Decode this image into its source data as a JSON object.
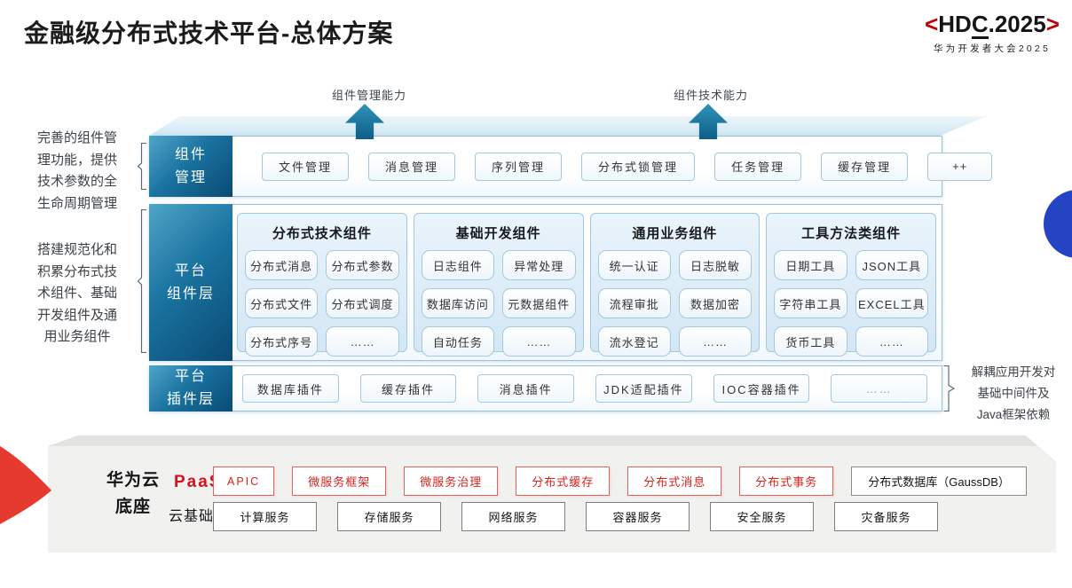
{
  "title": "金融级分布式技术平台-总体方案",
  "logo": {
    "left": "<",
    "hd": "HD",
    "c": "C",
    "rest": ".2025",
    "right": ">",
    "subtitle": "华为开发者大会2025"
  },
  "annotations": {
    "arrow_left_label": "组件管理能力",
    "arrow_right_label": "组件技术能力",
    "left_top": "完善的组件管\n理功能，提供\n技术参数的全\n生命周期管理",
    "left_bottom": "搭建规范化和\n积累分布式技\n术组件、基础\n开发组件及通\n用业务组件",
    "right": "解耦应用开发对\n基础中间件及\nJava框架依赖"
  },
  "layers": {
    "management": {
      "label": "组件\n管理",
      "items": [
        "文件管理",
        "消息管理",
        "序列管理",
        "分布式锁管理",
        "任务管理",
        "缓存管理",
        "++"
      ]
    },
    "components": {
      "label": "平台\n组件层",
      "groups": [
        {
          "title": "分布式技术组件",
          "items": [
            "分布式消息",
            "分布式参数",
            "分布式文件",
            "分布式调度",
            "分布式序号",
            "……"
          ]
        },
        {
          "title": "基础开发组件",
          "items": [
            "日志组件",
            "异常处理",
            "数据库访问",
            "元数据组件",
            "自动任务",
            "……"
          ]
        },
        {
          "title": "通用业务组件",
          "items": [
            "统一认证",
            "日志脱敏",
            "流程审批",
            "数据加密",
            "流水登记",
            "……"
          ]
        },
        {
          "title": "工具方法类组件",
          "items": [
            "日期工具",
            "JSON工具",
            "字符串工具",
            "EXCEL工具",
            "货币工具",
            "……"
          ]
        }
      ]
    },
    "plugins": {
      "label": "平台\n插件层",
      "items": [
        "数据库插件",
        "缓存插件",
        "消息插件",
        "JDK适配插件",
        "IOC容器插件",
        "……"
      ]
    }
  },
  "foundation": {
    "label": "华为云\n底座",
    "paas": {
      "label": "PaaS",
      "items": [
        "APIC",
        "微服务框架",
        "微服务治理",
        "分布式缓存",
        "分布式消息",
        "分布式事务",
        "分布式数据库（GaussDB）"
      ]
    },
    "cloud": {
      "label": "云基础服务",
      "items": [
        "计算服务",
        "存储服务",
        "网络服务",
        "容器服务",
        "安全服务",
        "灾备服务"
      ]
    }
  },
  "colors": {
    "accent_red": "#d8231d",
    "wedge_red": "#e63a2f",
    "deep_blue": "#0a4a74",
    "arrow_teal": "#1a73a0",
    "circle_blue": "#2444c4",
    "box_border_blue": "#a3c8e0"
  }
}
